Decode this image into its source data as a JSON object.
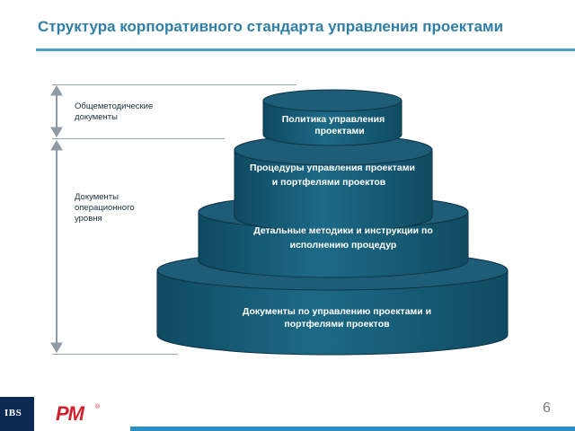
{
  "slide": {
    "title": "Структура корпоративного стандарта управления проектами",
    "page_number": "6"
  },
  "labels": {
    "top": [
      "Общеметодические",
      "документы"
    ],
    "bottom": [
      "Документы",
      "операционного",
      "уровня"
    ]
  },
  "tiers": [
    {
      "lines": [
        "Политика управления",
        "проектами"
      ]
    },
    {
      "lines": [
        "Процедуры  управления проектами",
        "и портфелями проектов"
      ]
    },
    {
      "lines": [
        "Детальные  методики и инструкции по",
        "исполнению процедур"
      ]
    },
    {
      "lines": [
        "Документы по управлению проектами и",
        "портфелями проектов"
      ]
    }
  ],
  "logos": {
    "ibs": "IBS",
    "pm": "PM",
    "pm_mark": "®"
  },
  "colors": {
    "title": "#2f7fa6",
    "tier_top_face": "#1d5d78",
    "tier_side": "#155a72",
    "tier_edge": "#0d3346"
  }
}
